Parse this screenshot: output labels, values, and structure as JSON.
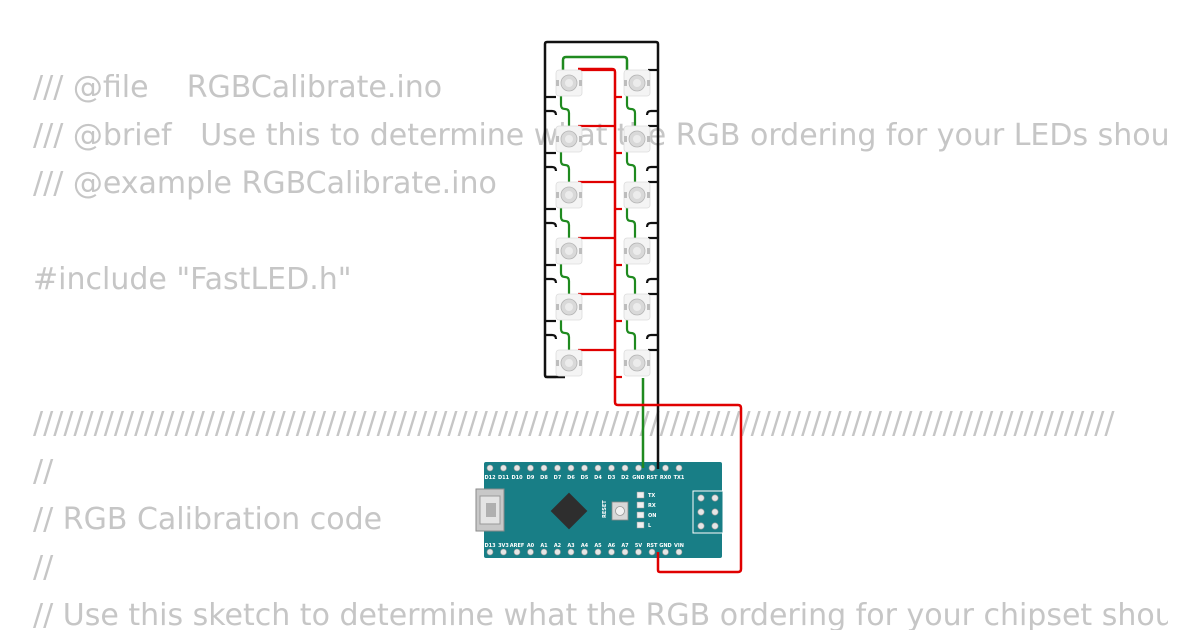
{
  "code_lines": [
    "/// @file    RGBCalibrate.ino",
    "/// @brief   Use this to determine what the RGB ordering for your LEDs should be",
    "/// @example RGBCalibrate.ino",
    "",
    "#include \"FastLED.h\"",
    "",
    "",
    "///////////////////////////////////////////////////////////////////////////////////////////////////////////",
    "//",
    "// RGB Calibration code",
    "//",
    "// Use this sketch to determine what the RGB ordering for your chipset should be"
  ],
  "board": {
    "top_pins": [
      "D12",
      "D11",
      "D10",
      "D9",
      "D8",
      "D7",
      "D6",
      "D5",
      "D4",
      "D3",
      "D2",
      "GND",
      "RST",
      "RX0",
      "TX1"
    ],
    "bottom_pins": [
      "D13",
      "3V3",
      "AREF",
      "A0",
      "A1",
      "A2",
      "A3",
      "A4",
      "A5",
      "A6",
      "A7",
      "5V",
      "RST",
      "GND",
      "VIN"
    ],
    "reset_label": "RESET",
    "led_labels": [
      "TX",
      "RX",
      "ON",
      "L"
    ],
    "pcb_color": "#187e86"
  },
  "led_strip": {
    "count": 12,
    "columns": 2,
    "per_column": 6
  },
  "wire_colors": {
    "data": "#1f8a1f",
    "power": "#e00000",
    "ground": "#111111"
  }
}
